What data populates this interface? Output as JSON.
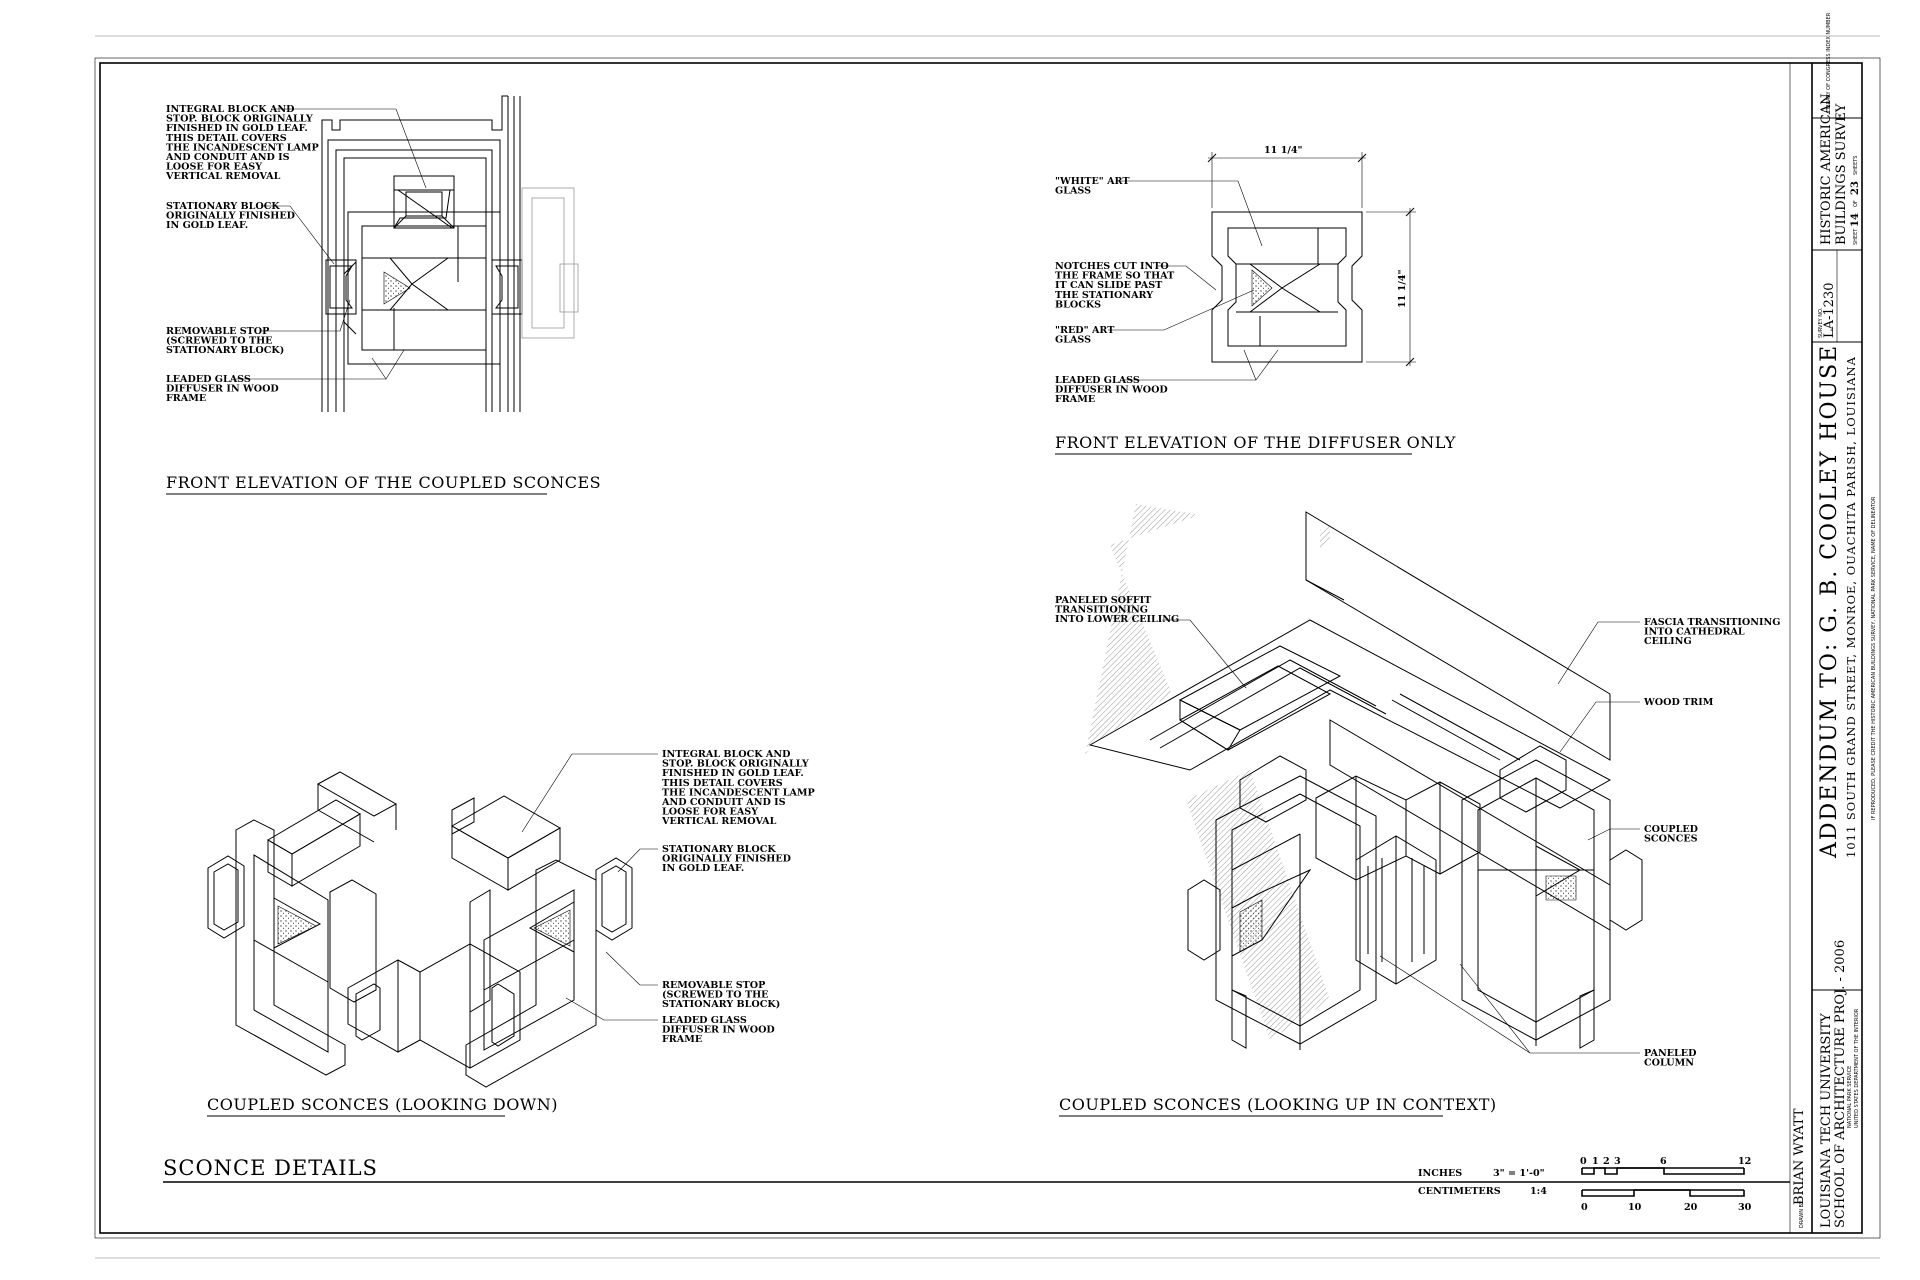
{
  "title_block": {
    "project_title": "ADDENDUM TO: G. B. COOLEY HOUSE",
    "address": "1011 SOUTH GRAND STREET,  MONROE,  OUACHITA PARISH,  LOUISIANA",
    "survey_name_line1": "HISTORIC AMERICAN",
    "survey_name_line2": "BUILDINGS SURVEY",
    "sheet_label": "SHEET",
    "sheet_number": "14",
    "sheet_of": "OF",
    "sheet_total": "23",
    "sheets_label": "SHEETS",
    "survey_no_label": "SURVEY NO.",
    "survey_no": "LA-1230",
    "library_label": "LIBRARY OF CONGRESS INDEX NUMBER",
    "drawn_by_label": "DRAWN BY:",
    "drawn_by": "BRIAN WYATT",
    "school_line1": "LOUISIANA TECH UNIVERSITY",
    "school_line2": "SCHOOL OF ARCHITECTURE PROJ. - 2006",
    "agency_line1": "NATIONAL PARK SERVICE",
    "agency_line2": "UNITED STATES DEPARTMENT OF THE INTERIOR",
    "reproduction_note": "IF REPRODUCED, PLEASE CREDIT THE HISTORIC AMERICAN BUILDINGS SURVEY, NATIONAL PARK SERVICE, NAME OF DELINEATOR"
  },
  "sheet_title": "SCONCE DETAILS",
  "scale": {
    "inches_label": "INCHES",
    "inches_ratio": "3\"  =  1'-0\"",
    "cm_label": "CENTIMETERS",
    "cm_ratio": "1:4",
    "inch_ticks": [
      "0",
      "1",
      "2",
      "3",
      "6",
      "12"
    ],
    "cm_ticks": [
      "0",
      "10",
      "20",
      "30"
    ]
  },
  "views": {
    "front_coupled": {
      "caption": "FRONT ELEVATION OF THE COUPLED SCONCES",
      "notes": [
        [
          "INTEGRAL BLOCK AND",
          "STOP.  BLOCK ORIGINALLY",
          "FINISHED IN GOLD LEAF.",
          "THIS DETAIL COVERS",
          "THE INCANDESCENT LAMP",
          "AND CONDUIT AND IS",
          "LOOSE FOR EASY",
          "VERTICAL REMOVAL"
        ],
        [
          "STATIONARY BLOCK",
          "ORIGINALLY FINISHED",
          "IN GOLD LEAF."
        ],
        [
          "REMOVABLE STOP",
          "(SCREWED TO THE",
          "STATIONARY BLOCK)"
        ],
        [
          "LEADED GLASS",
          "DIFFUSER IN WOOD",
          "FRAME"
        ]
      ]
    },
    "front_diffuser": {
      "caption": "FRONT ELEVATION OF THE DIFFUSER ONLY",
      "dim_width": "11 1/4\"",
      "dim_height": "11 1/4\"",
      "notes": [
        [
          "\"WHITE\" ART",
          "GLASS"
        ],
        [
          "NOTCHES CUT INTO",
          "THE FRAME SO THAT",
          "IT CAN SLIDE PAST",
          "THE STATIONARY",
          "BLOCKS"
        ],
        [
          "\"RED\" ART",
          "GLASS"
        ],
        [
          "LEADED GLASS",
          "DIFFUSER IN WOOD",
          "FRAME"
        ]
      ]
    },
    "looking_down": {
      "caption": "COUPLED SCONCES (LOOKING DOWN)",
      "notes": [
        [
          "INTEGRAL BLOCK AND",
          "STOP.  BLOCK ORIGINALLY",
          "FINISHED IN GOLD LEAF.",
          "THIS DETAIL COVERS",
          "THE INCANDESCENT LAMP",
          "AND CONDUIT AND IS",
          "LOOSE FOR EASY",
          "VERTICAL REMOVAL"
        ],
        [
          "STATIONARY BLOCK",
          "ORIGINALLY FINISHED",
          "IN GOLD LEAF."
        ],
        [
          "REMOVABLE STOP",
          "(SCREWED TO THE",
          "STATIONARY BLOCK)"
        ],
        [
          "LEADED GLASS",
          "DIFFUSER IN WOOD",
          "FRAME"
        ]
      ]
    },
    "looking_up": {
      "caption": "COUPLED SCONCES (LOOKING UP IN CONTEXT)",
      "notes": [
        [
          "PANELED SOFFIT",
          "TRANSITIONING",
          "INTO LOWER CEILING"
        ],
        [
          "FASCIA TRANSITIONING",
          "INTO CATHEDRAL",
          "CEILING"
        ],
        [
          "WOOD TRIM"
        ],
        [
          "COUPLED",
          "SCONCES"
        ],
        [
          "PANELED",
          "COLUMN"
        ]
      ]
    }
  }
}
